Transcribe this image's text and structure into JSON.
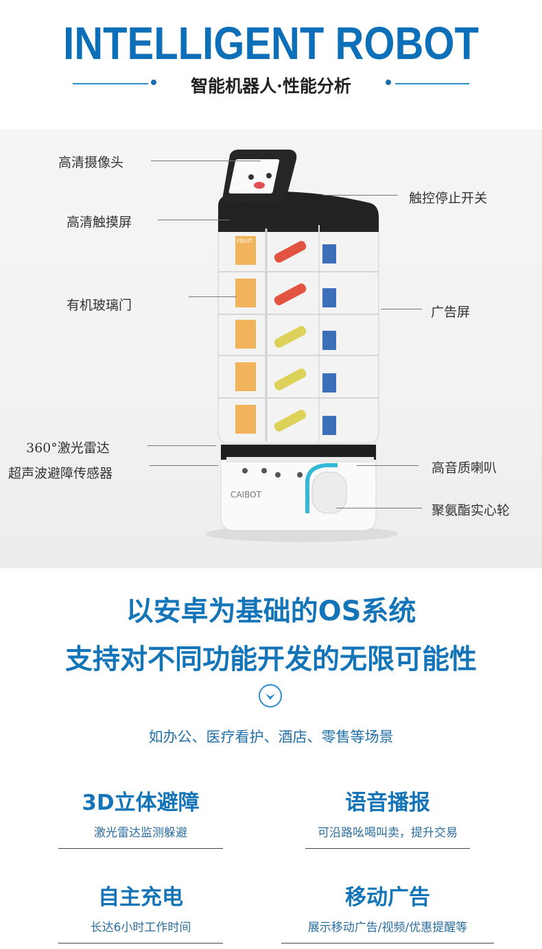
{
  "header": {
    "title": "INTELLIGENT ROBOT",
    "subtitle": "智能机器人·性能分析"
  },
  "labels": {
    "camera": "高清摄像头",
    "touchscreen": "高清触摸屏",
    "glass_door": "有机玻璃门",
    "lidar": "360°激光雷达",
    "ultrasonic": "超声波避障传感器",
    "stop_switch": "触控停止开关",
    "ad_screen": "广告屏",
    "speaker": "高音质喇叭",
    "wheel": "聚氨酯实心轮"
  },
  "robot": {
    "product_label": "FRUIT",
    "badge": "CAIBOT"
  },
  "os": {
    "line1": "以安卓为基础的OS系统",
    "line2": "支持对不同功能开发的无限可能性",
    "scenes": "如办公、医疗看护、酒店、零售等场景"
  },
  "features": [
    {
      "title": "3D立体避障",
      "desc": "激光雷达监测躲避"
    },
    {
      "title": "语音播报",
      "desc": "可沿路吆喝叫卖，提升交易"
    },
    {
      "title": "自主充电",
      "desc": "长达6小时工作时间"
    },
    {
      "title": "移动广告",
      "desc": "展示移动广告/视频/优惠提醒等"
    }
  ],
  "colors": {
    "accent": "#1474b8",
    "robot_accent": "#34b8d8"
  }
}
